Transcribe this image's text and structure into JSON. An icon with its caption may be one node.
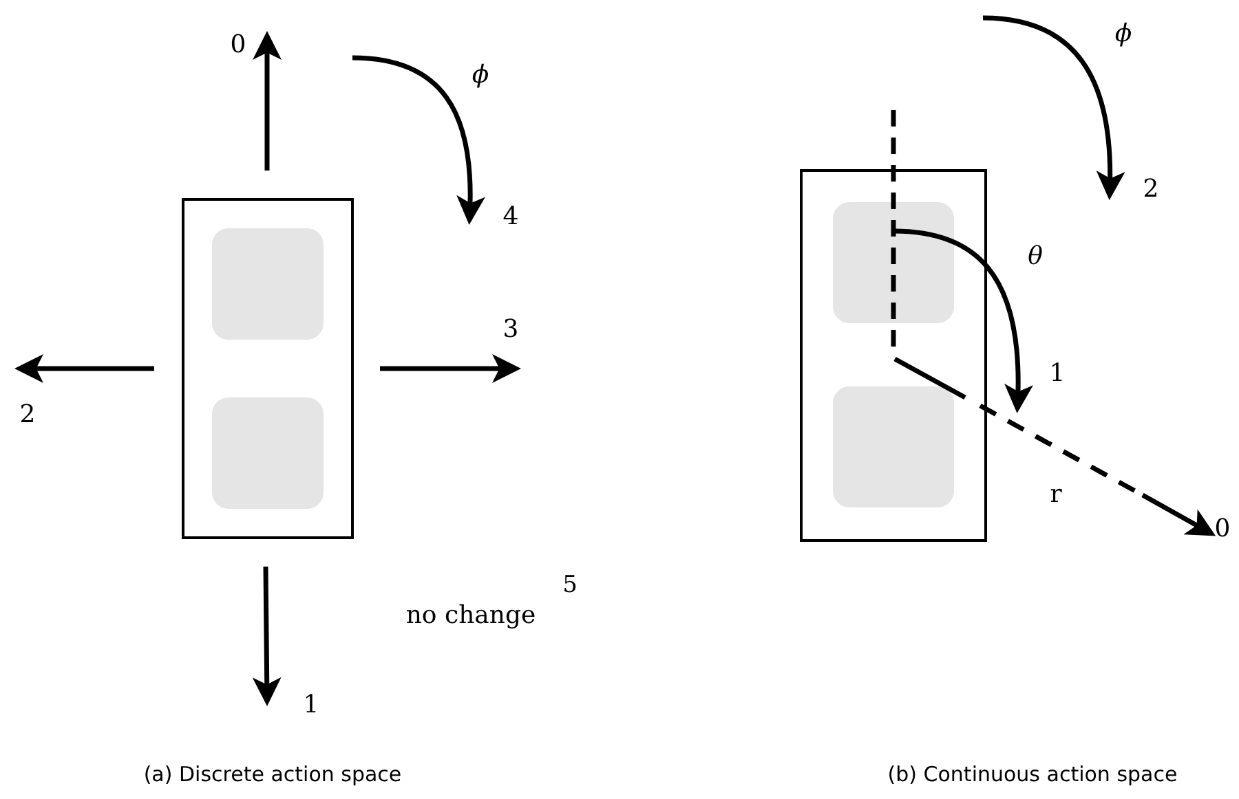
{
  "diagram": {
    "labels": [
      "0",
      "ϕ",
      "4",
      "3",
      "2",
      "5",
      "no change",
      "1",
      "(a) Discrete action space",
      "ϕ",
      "2",
      "θ",
      "1",
      "r",
      "0",
      "(b) Continuous action space"
    ]
  }
}
